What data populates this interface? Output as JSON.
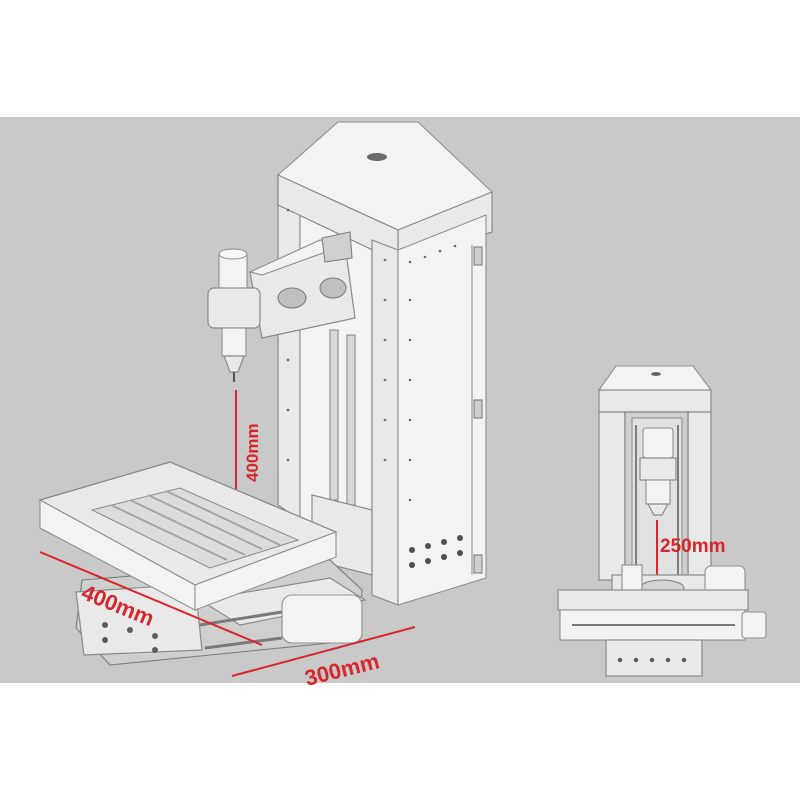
{
  "colors": {
    "background_band": "#c9c9c9",
    "page": "#ffffff",
    "machine_fill": "#e9e9e9",
    "machine_stroke": "#8a8a8a",
    "dimension": "#d7262b"
  },
  "main_view": {
    "dimensions": {
      "z_travel": "400mm",
      "x_travel": "400mm",
      "y_travel": "300mm"
    }
  },
  "front_view": {
    "dimensions": {
      "spindle_height": "250mm"
    }
  }
}
